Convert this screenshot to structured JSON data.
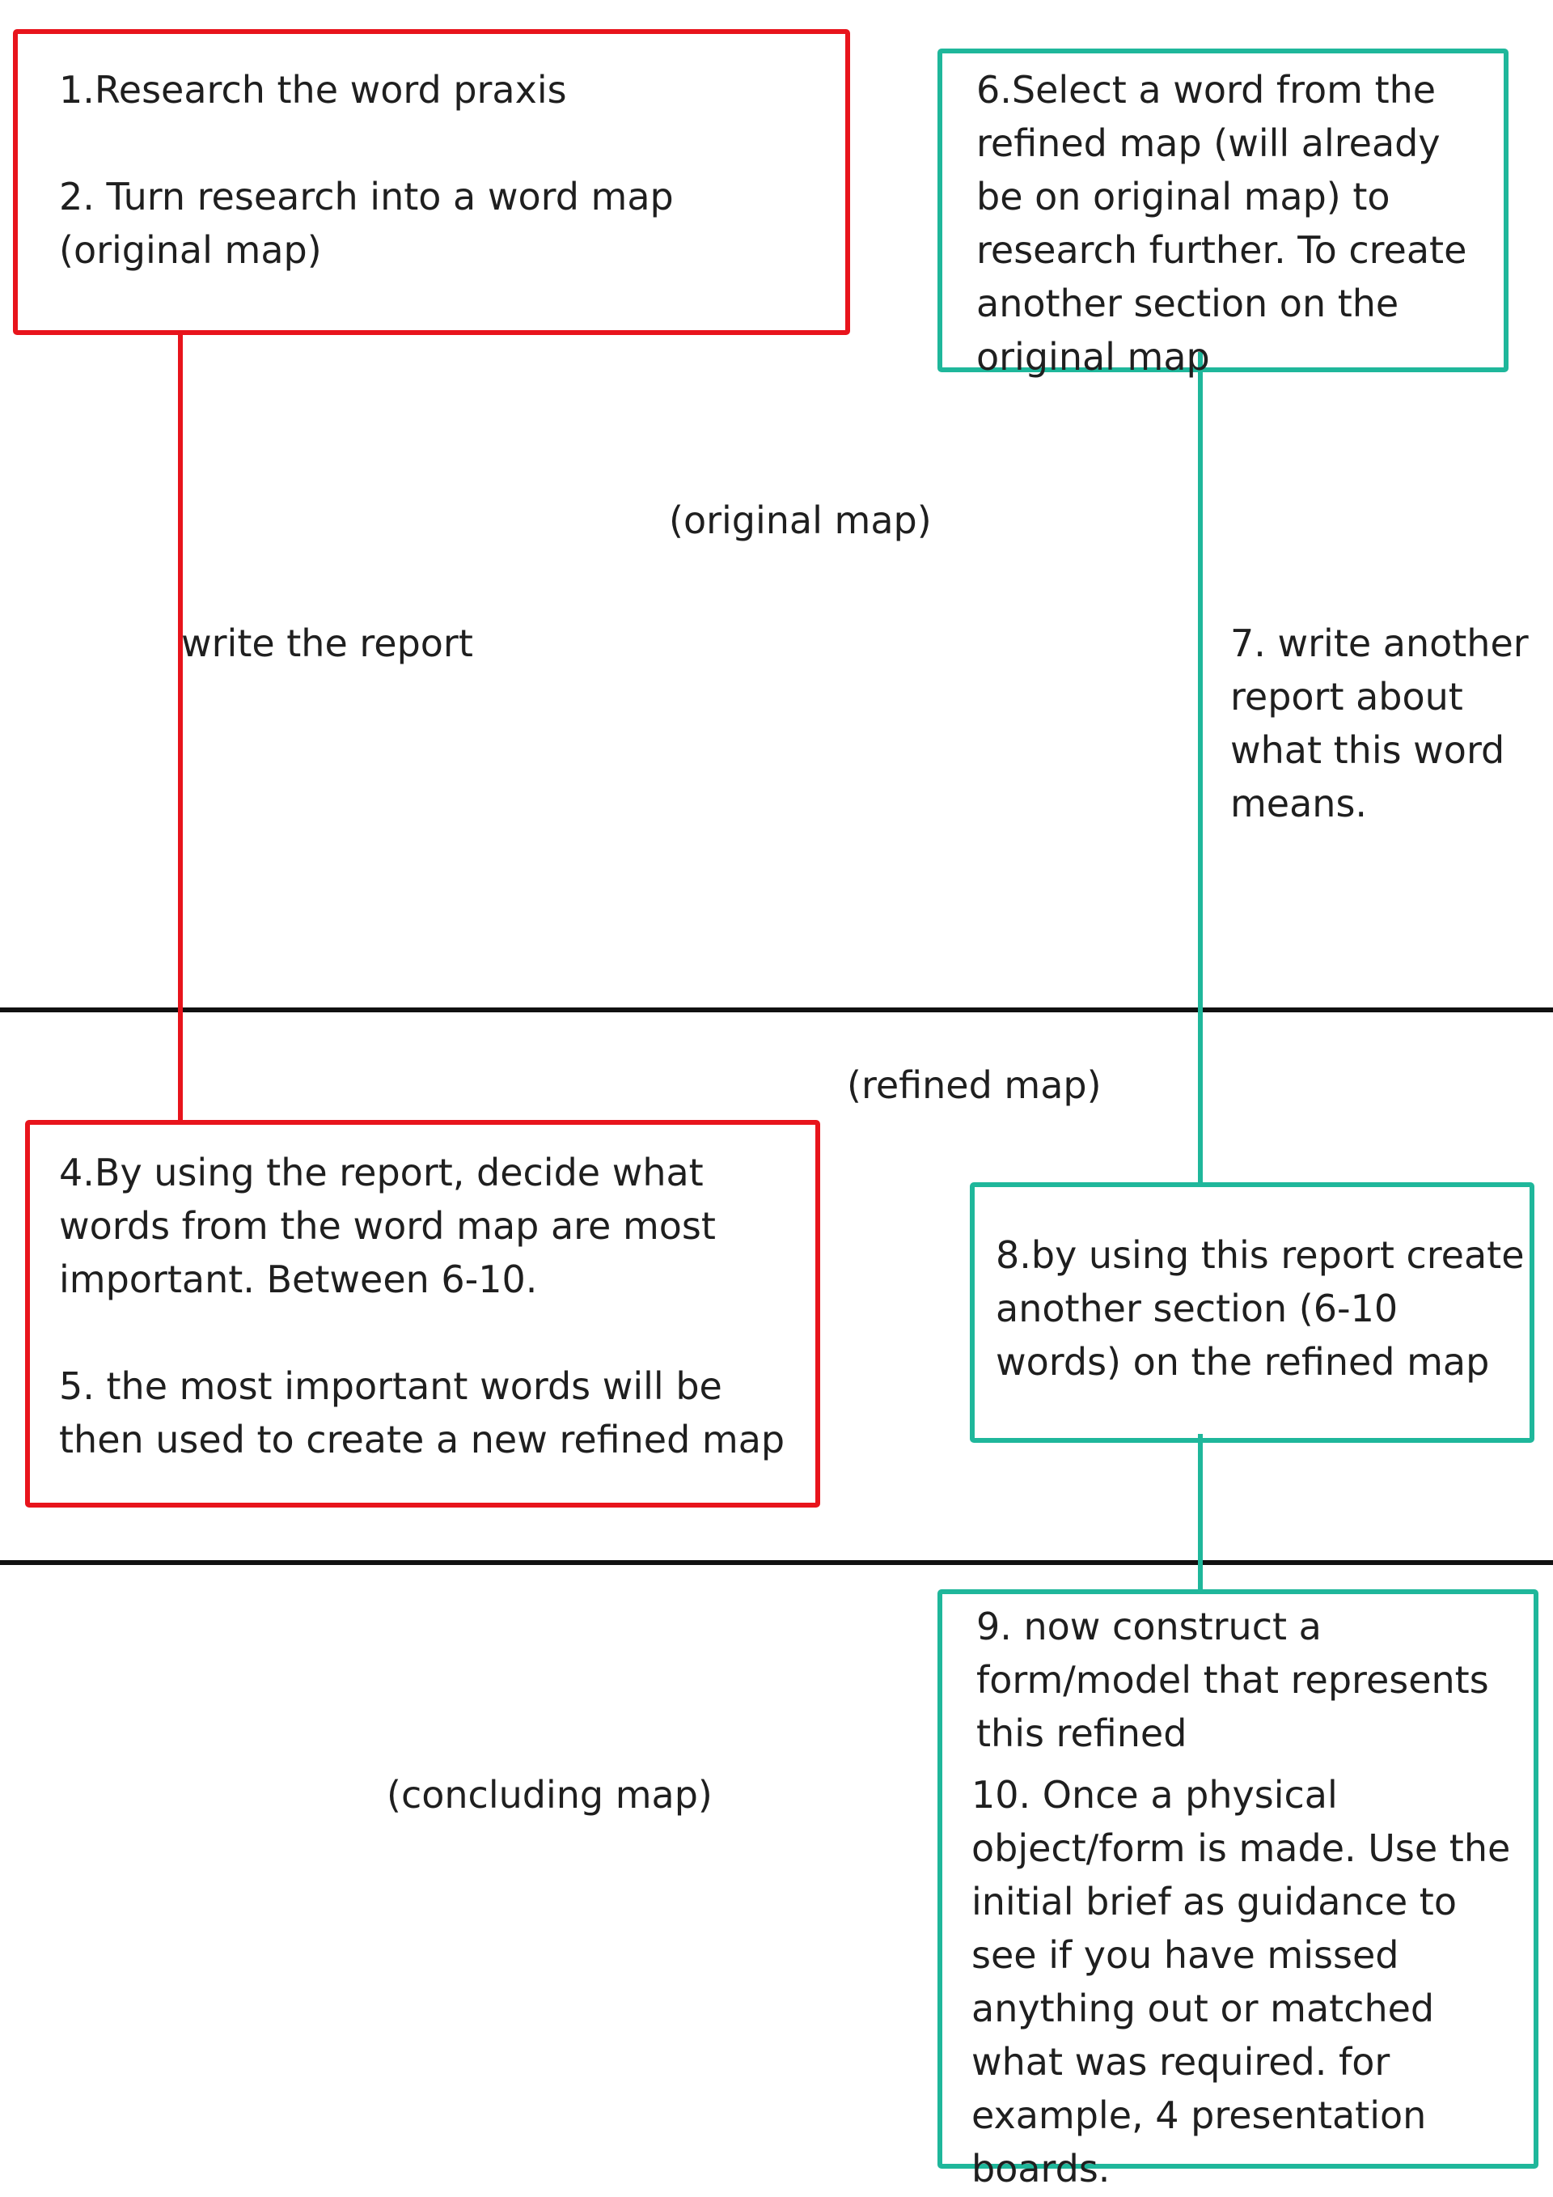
{
  "colors": {
    "red": "#e8141c",
    "teal": "#1fb79b",
    "divider": "#111111"
  },
  "boxes": {
    "box1": {
      "step1": "1.Research the word praxis",
      "step2": "2. Turn research into a word map (original map)"
    },
    "box6": {
      "text": "6.Select a word from the refined map (will already be on original map) to research further. To create another section on the original map"
    },
    "box4": {
      "step4": "4.By using the report, decide what words from the word map are most important. Between 6-10.",
      "step5": "5. the most important words will be then used to create a new refined map"
    },
    "box8": {
      "text": "8.by using this report create another section (6-10 words) on the refined map"
    },
    "box9": {
      "step9": "9. now construct a form/model that represents this refined",
      "step10": "10. Once a physical object/form is made. Use the initial brief as guidance to see if you have missed anything out or matched what was required. for example, 4 presentation boards."
    }
  },
  "labels": {
    "original_map": "(original map)",
    "refined_map": "(refined map)",
    "concluding_map": "(concluding map)",
    "write_report": "write the report",
    "step7": "7. write another report about what this word means."
  }
}
